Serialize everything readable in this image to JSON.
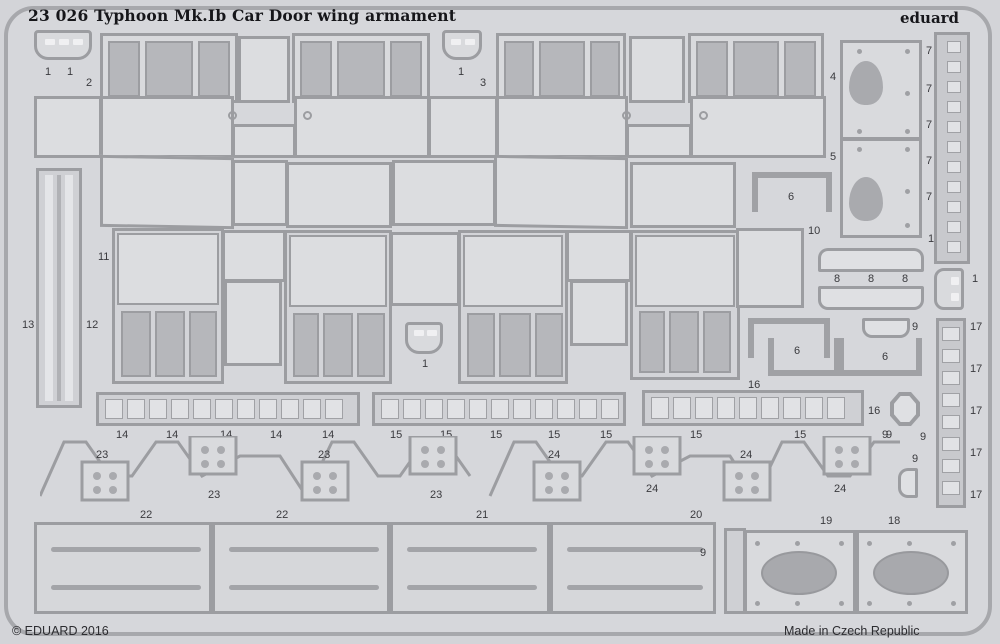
{
  "sheet": {
    "title": "23 026 Typhoon Mk.Ib Car Door wing armament",
    "brand": "eduard",
    "copyright": "© EDUARD 2016",
    "origin": "Made in Czech Republic",
    "colors": {
      "fret_background": "#d3d4d8",
      "part_outline": "#9c9da1",
      "part_shaded": "#a9aaae",
      "text": "#16161a"
    }
  },
  "part_labels": {
    "p1a": "1",
    "p1b": "1",
    "p2": "2",
    "p1c": "1",
    "p3": "3",
    "p4": "4",
    "p5": "5",
    "p6a": "6",
    "p6b": "6",
    "p6c": "6",
    "p7a": "7",
    "p7b": "7",
    "p7c": "7",
    "p7d": "7",
    "p7e": "7",
    "p7f": "1",
    "p1d": "1",
    "p1e": "1",
    "p8a": "8",
    "p8b": "8",
    "p8c": "8",
    "p9a": "9",
    "p9b": "9",
    "p9c": "9",
    "p9d": "9",
    "p9e": "9",
    "p9f": "9",
    "p10": "10",
    "p11": "11",
    "p12": "12",
    "p13": "13",
    "p14a": "14",
    "p14b": "14",
    "p14c": "14",
    "p14d": "14",
    "p14e": "14",
    "p15a": "15",
    "p15b": "15",
    "p15c": "15",
    "p15d": "15",
    "p15e": "15",
    "p15f": "15",
    "p15g": "15",
    "p16a": "16",
    "p16b": "16",
    "p17a": "17",
    "p17b": "17",
    "p17c": "17",
    "p17d": "17",
    "p17e": "17",
    "p18": "18",
    "p19": "19",
    "p20": "20",
    "p21": "21",
    "p22a": "22",
    "p22b": "22",
    "p23a": "23",
    "p23b": "23",
    "p23c": "23",
    "p23d": "23",
    "p24a": "24",
    "p24b": "24",
    "p24c": "24",
    "p24d": "24"
  }
}
